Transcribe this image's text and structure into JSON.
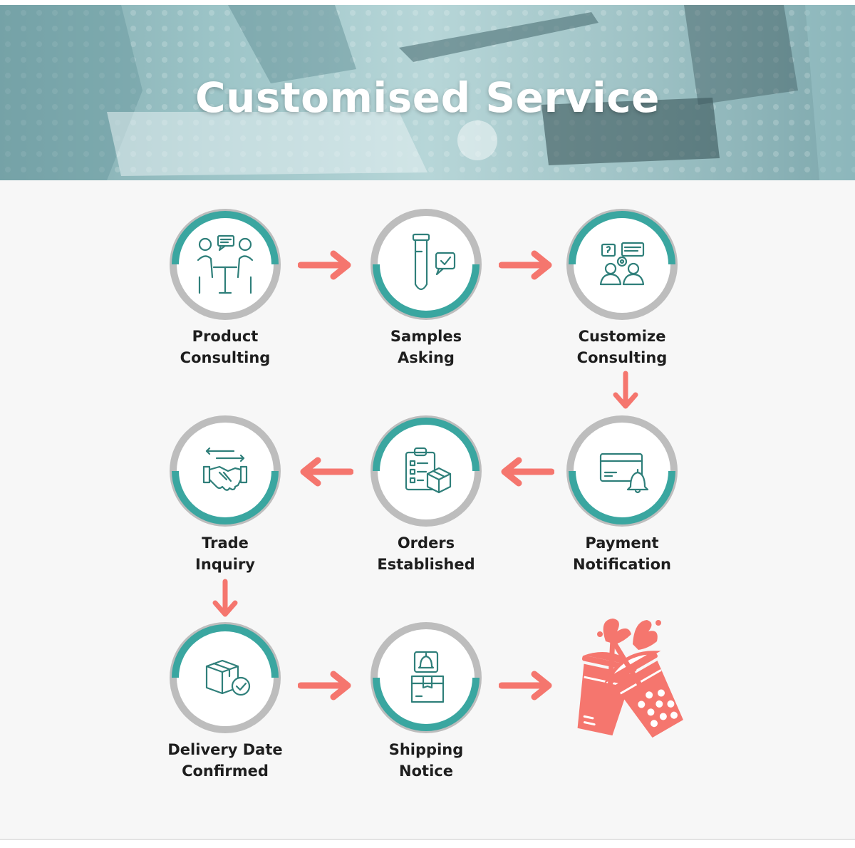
{
  "banner": {
    "title": "Customised Service"
  },
  "colors": {
    "teal": "#3aa6a0",
    "gray": "#bdbdbd",
    "coral": "#f5766e",
    "text": "#1e1e1e"
  },
  "steps": [
    {
      "line1": "Product",
      "line2": "Consulting",
      "icon": "consulting-meeting-icon"
    },
    {
      "line1": "Samples",
      "line2": "Asking",
      "icon": "test-tube-icon"
    },
    {
      "line1": "Customize",
      "line2": "Consulting",
      "icon": "team-discussion-icon"
    },
    {
      "line1": "Payment",
      "line2": "Notification",
      "icon": "credit-card-bell-icon"
    },
    {
      "line1": "Orders",
      "line2": "Established",
      "icon": "clipboard-box-icon"
    },
    {
      "line1": "Trade",
      "line2": "Inquiry",
      "icon": "handshake-icon"
    },
    {
      "line1": "Delivery Date",
      "line2": "Confirmed",
      "icon": "box-check-icon"
    },
    {
      "line1": "Shipping",
      "line2": "Notice",
      "icon": "package-bell-icon"
    }
  ],
  "final_icon": "bubble-tea-cups-icon"
}
